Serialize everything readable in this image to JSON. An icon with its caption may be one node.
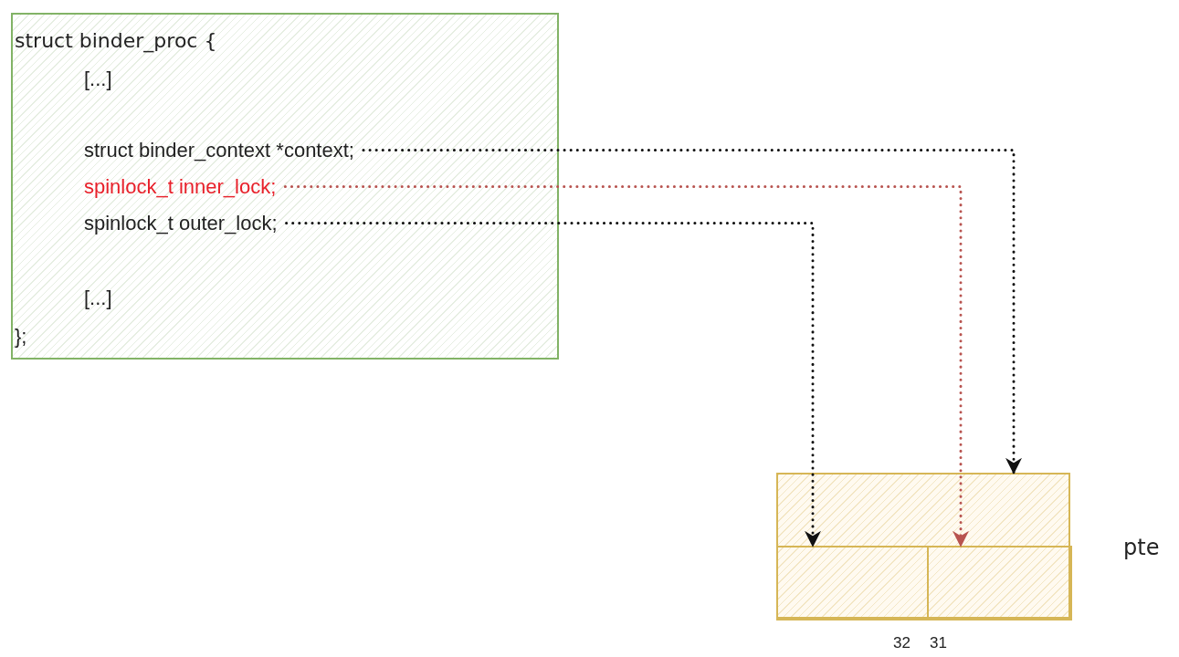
{
  "diagram": {
    "nodes": [
      {
        "text": [
          "struct binder_proc {",
          "[...]",
          "[...]",
          "};"
        ]
      },
      {
        "text": [
          "struct binder_context *context;"
        ],
        "in": 0
      },
      {
        "text": [
          "spinlock_t inner_lock;"
        ],
        "in": 0
      },
      {
        "text": [
          "spinlock_t outer_lock;"
        ],
        "in": 0
      },
      {
        "text": [],
        "shape": "box",
        "beside": [
          "pte"
        ]
      },
      {
        "text": [],
        "shape": "box",
        "in": 4
      },
      {
        "text": [],
        "shape": "box",
        "in": 4
      }
    ],
    "edges": [
      {
        "from": 1,
        "to": 4,
        "arrow": "to"
      },
      {
        "from": 2,
        "to": 6,
        "arrow": "to",
        "color": "#b85450"
      },
      {
        "from": 3,
        "to": 5,
        "arrow": "to"
      }
    ],
    "labels": [
      "32",
      "31"
    ]
  }
}
